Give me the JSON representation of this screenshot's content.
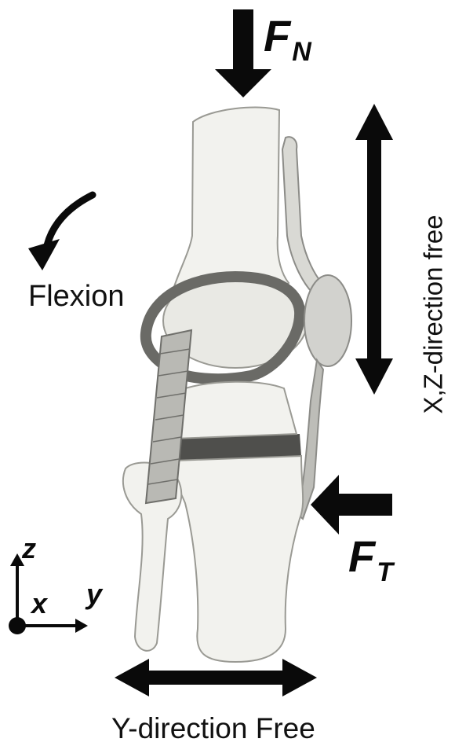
{
  "labels": {
    "flexion": "Flexion",
    "xz_direction": "X,Z-direction free",
    "y_direction": "Y-direction Free"
  },
  "forces": {
    "normal": {
      "main": "F",
      "sub": "N"
    },
    "tangential": {
      "main": "F",
      "sub": "T"
    }
  },
  "axes": {
    "z": "z",
    "x": "x",
    "y": "y"
  },
  "colors": {
    "arrow": "#0a0a0a",
    "bone": "#f2f2ee",
    "bone_outline": "#9a9a94",
    "patella": "#d2d2ce",
    "meniscus": "#8a8a86",
    "insert": "#4f4f4c"
  }
}
